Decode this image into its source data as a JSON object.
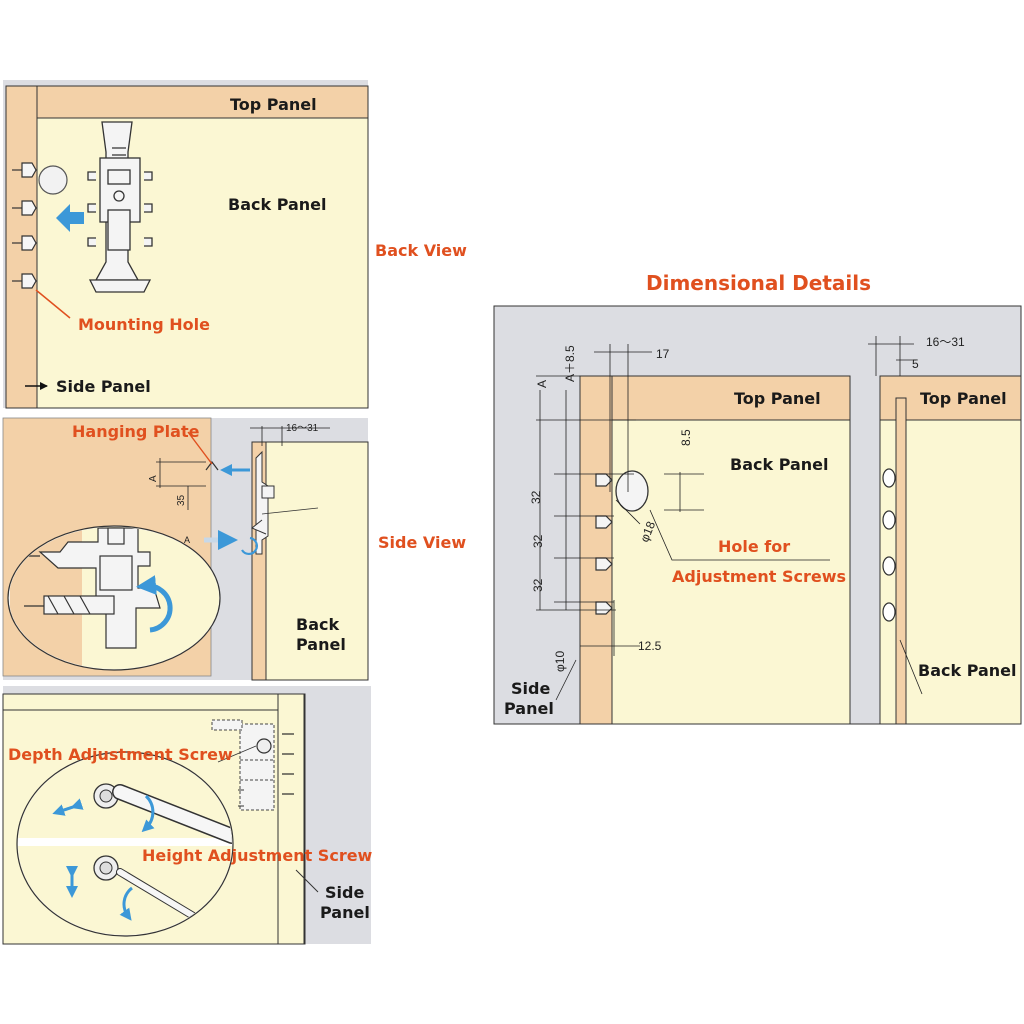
{
  "colors": {
    "panel_tan": "#f3d1a8",
    "panel_cream": "#fbf7d3",
    "frame_gray": "#dcdde2",
    "accent_orange": "#e0501f",
    "arrow_blue": "#3c98d8",
    "line_dark": "#222222"
  },
  "back_view": {
    "top_panel": "Top Panel",
    "back_panel": "Back Panel",
    "mounting_hole": "Mounting Hole",
    "side_panel": "Side Panel",
    "caption": "Back View"
  },
  "side_view": {
    "hanging_plate": "Hanging Plate",
    "dim_16_31": "16～31",
    "dim_a": "A",
    "dim_35": "35",
    "marker_a": "A",
    "back_panel_1": "Back",
    "back_panel_2": "Panel",
    "caption": "Side View"
  },
  "adjust_view": {
    "depth_screw": "Depth Adjustment Screw",
    "height_screw": "Height Adjustment Screw",
    "side_panel_1": "Side",
    "side_panel_2": "Panel"
  },
  "dimensional": {
    "title": "Dimensional Details",
    "dim_17": "17",
    "dim_a": "A",
    "dim_a85": "A＋8.5",
    "dim_85": "8.5",
    "dim_32a": "32",
    "dim_32b": "32",
    "dim_32c": "32",
    "dim_phi18": "φ18",
    "dim_phi10": "φ10",
    "dim_125": "12.5",
    "dim_16_31": "16～31",
    "dim_5": "5",
    "top_panel_1": "Top Panel",
    "top_panel_2": "Top Panel",
    "back_panel_1": "Back Panel",
    "back_panel_2": "Back Panel",
    "hole_for": "Hole for",
    "adjust_screws": "Adjustment Screws",
    "side_panel_1": "Side",
    "side_panel_2": "Panel"
  }
}
